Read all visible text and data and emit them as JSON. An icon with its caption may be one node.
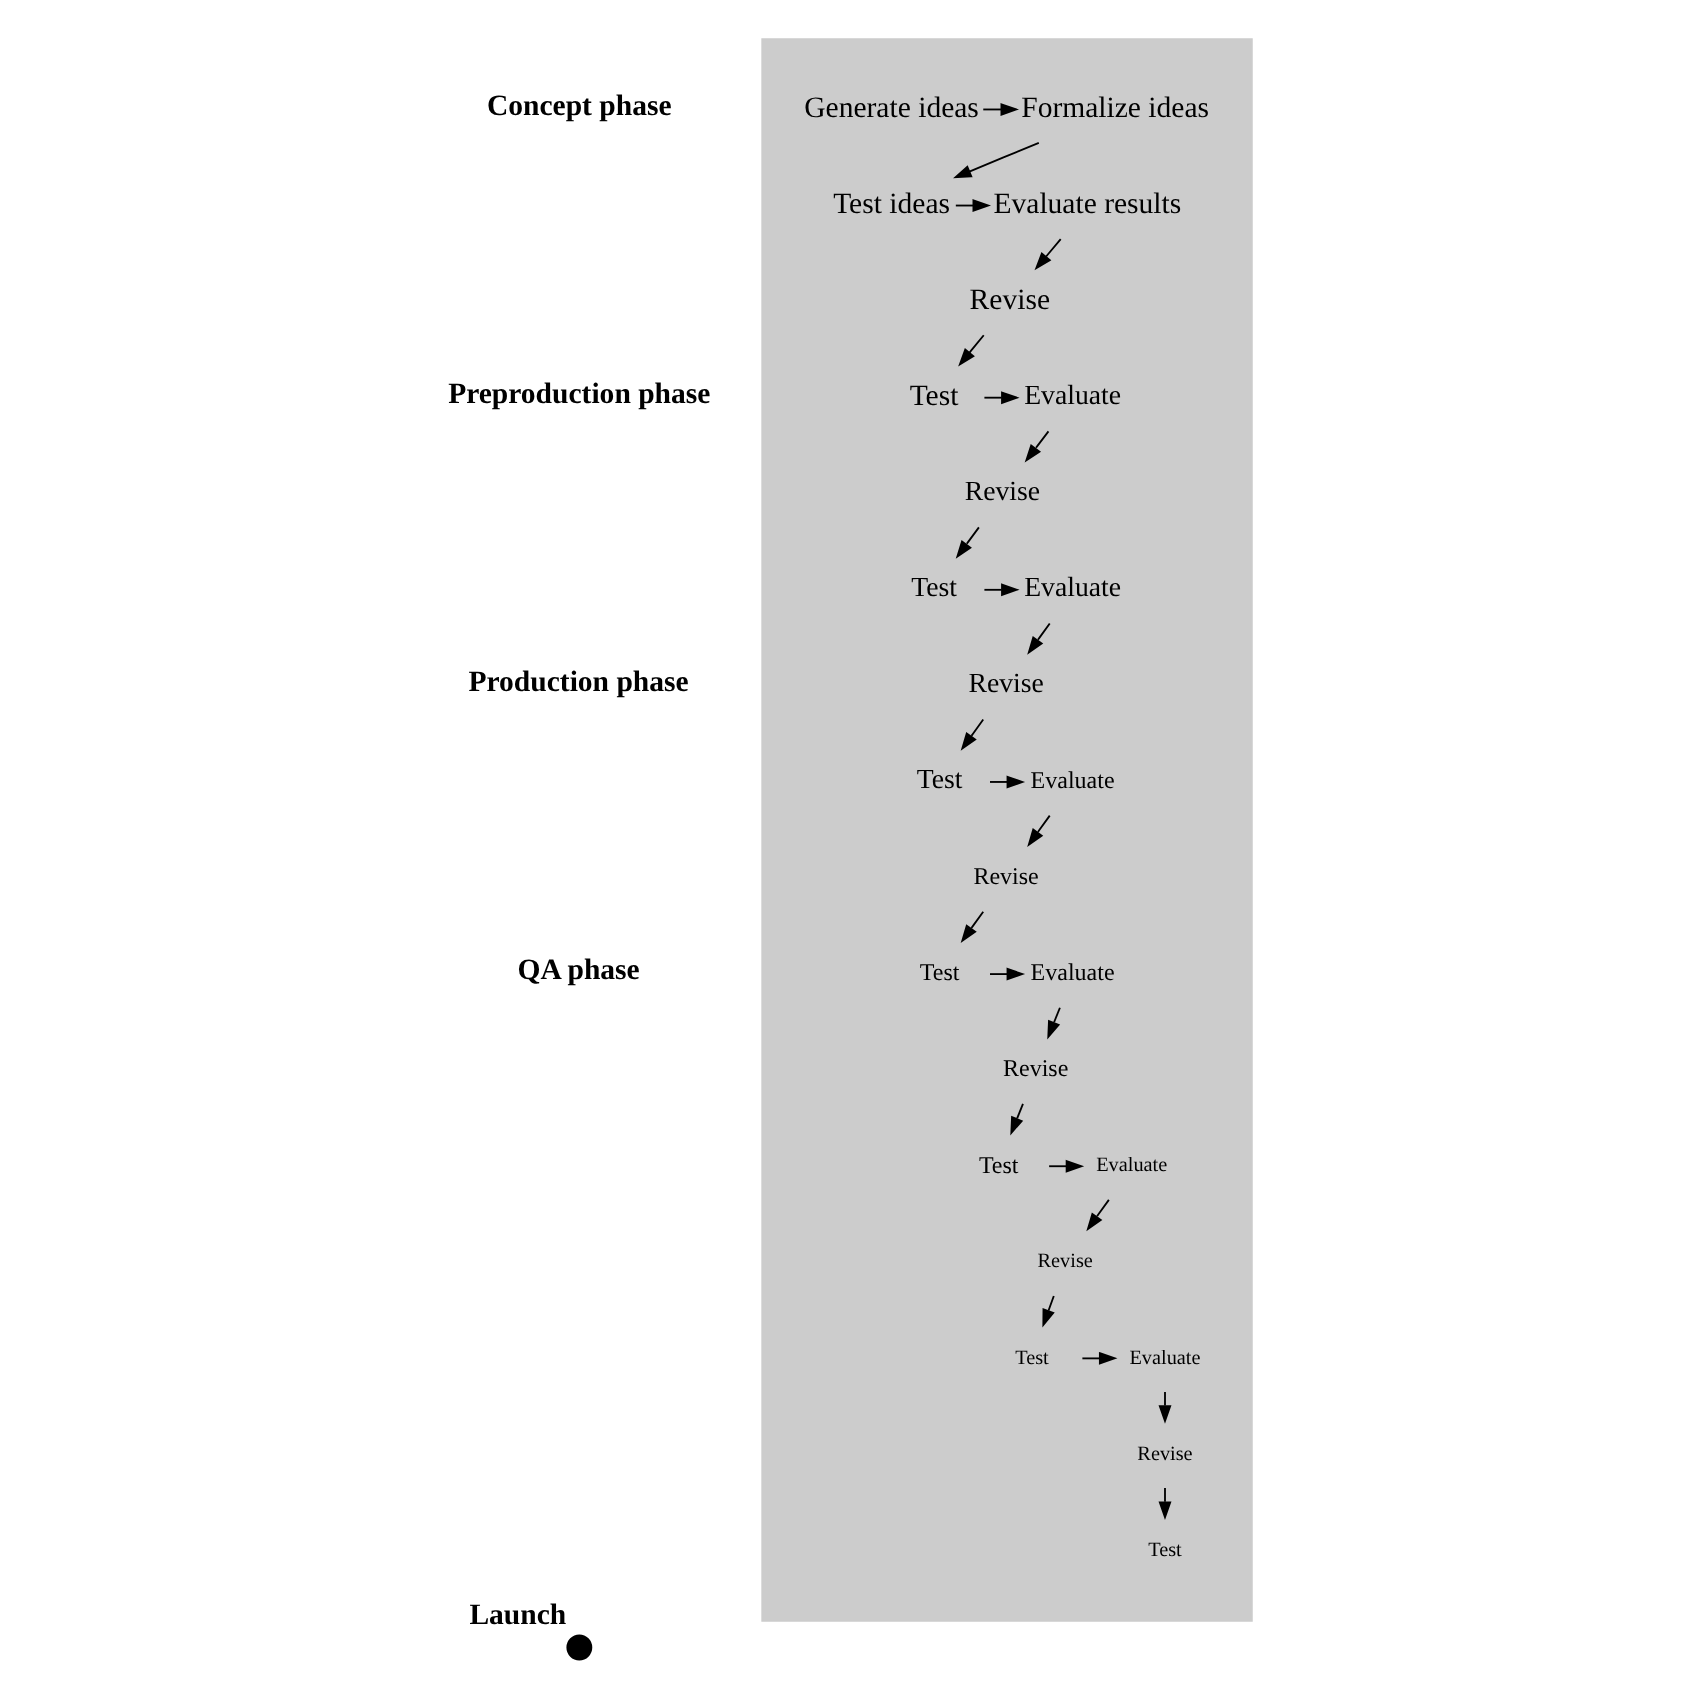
{
  "diagram": {
    "nodes": [
      {
        "text": [],
        "shape": "triangle"
      },
      {
        "text": [
          "Generate ideas"
        ],
        "in": 0
      },
      {
        "text": [
          "Formalize ideas"
        ],
        "in": 0
      },
      {
        "text": [
          "Test ideas"
        ],
        "in": 0
      },
      {
        "text": [
          "Evaluate results"
        ],
        "in": 0
      },
      {
        "text": [
          "Revise"
        ],
        "in": 0
      },
      {
        "text": [
          "Test"
        ],
        "in": 0
      },
      {
        "text": [
          "Evaluate"
        ],
        "in": 0
      },
      {
        "text": [
          "Revise"
        ],
        "in": 0
      },
      {
        "text": [
          "Test"
        ],
        "in": 0
      },
      {
        "text": [
          "Evaluate"
        ],
        "in": 0
      },
      {
        "text": [
          "Revise"
        ],
        "in": 0
      },
      {
        "text": [
          "Test"
        ],
        "in": 0
      },
      {
        "text": [
          "Evaluate"
        ],
        "in": 0
      },
      {
        "text": [
          "Revise"
        ],
        "in": 0
      },
      {
        "text": [
          "Test"
        ],
        "in": 0
      },
      {
        "text": [
          "Evaluate"
        ],
        "in": 0
      },
      {
        "text": [
          "Revise"
        ],
        "in": 0
      },
      {
        "text": [
          "Test"
        ],
        "in": 0
      },
      {
        "text": [
          "Evaluate"
        ],
        "in": 0
      },
      {
        "text": [
          "Revise"
        ],
        "in": 0
      },
      {
        "text": [
          "Test"
        ],
        "in": 0
      },
      {
        "text": [
          "Evaluate"
        ],
        "in": 0
      },
      {
        "text": [
          "Revise"
        ],
        "in": 0
      },
      {
        "text": [
          "Test"
        ],
        "in": 0
      },
      {
        "text": [],
        "shape": "circle",
        "beside": [
          "Launch"
        ]
      }
    ],
    "edges": [
      {
        "from": 1,
        "to": 2,
        "arrow": "to"
      },
      {
        "from": 2,
        "to": 3,
        "arrow": "to"
      },
      {
        "from": 3,
        "to": 4,
        "arrow": "to"
      },
      {
        "from": 4,
        "to": 5,
        "arrow": "to"
      },
      {
        "from": 5,
        "to": 6,
        "arrow": "to"
      },
      {
        "from": 6,
        "to": 7,
        "arrow": "to"
      },
      {
        "from": 7,
        "to": 8,
        "arrow": "to"
      },
      {
        "from": 8,
        "to": 9,
        "arrow": "to"
      },
      {
        "from": 9,
        "to": 10,
        "arrow": "to"
      },
      {
        "from": 10,
        "to": 11,
        "arrow": "to"
      },
      {
        "from": 11,
        "to": 12,
        "arrow": "to"
      },
      {
        "from": 12,
        "to": 13,
        "arrow": "to"
      },
      {
        "from": 13,
        "to": 14,
        "arrow": "to"
      },
      {
        "from": 14,
        "to": 15,
        "arrow": "to"
      },
      {
        "from": 15,
        "to": 16,
        "arrow": "to"
      },
      {
        "from": 16,
        "to": 17,
        "arrow": "to"
      },
      {
        "from": 17,
        "to": 18,
        "arrow": "to"
      },
      {
        "from": 18,
        "to": 19,
        "arrow": "to"
      },
      {
        "from": 19,
        "to": 20,
        "arrow": "to"
      },
      {
        "from": 20,
        "to": 21,
        "arrow": "to"
      },
      {
        "from": 21,
        "to": 22,
        "arrow": "to"
      },
      {
        "from": 22,
        "to": 23,
        "arrow": "to"
      },
      {
        "from": 23,
        "to": 24,
        "arrow": "to"
      }
    ],
    "labels": [
      "Concept phase",
      "Preproduction phase",
      "Production phase",
      "QA phase"
    ]
  }
}
